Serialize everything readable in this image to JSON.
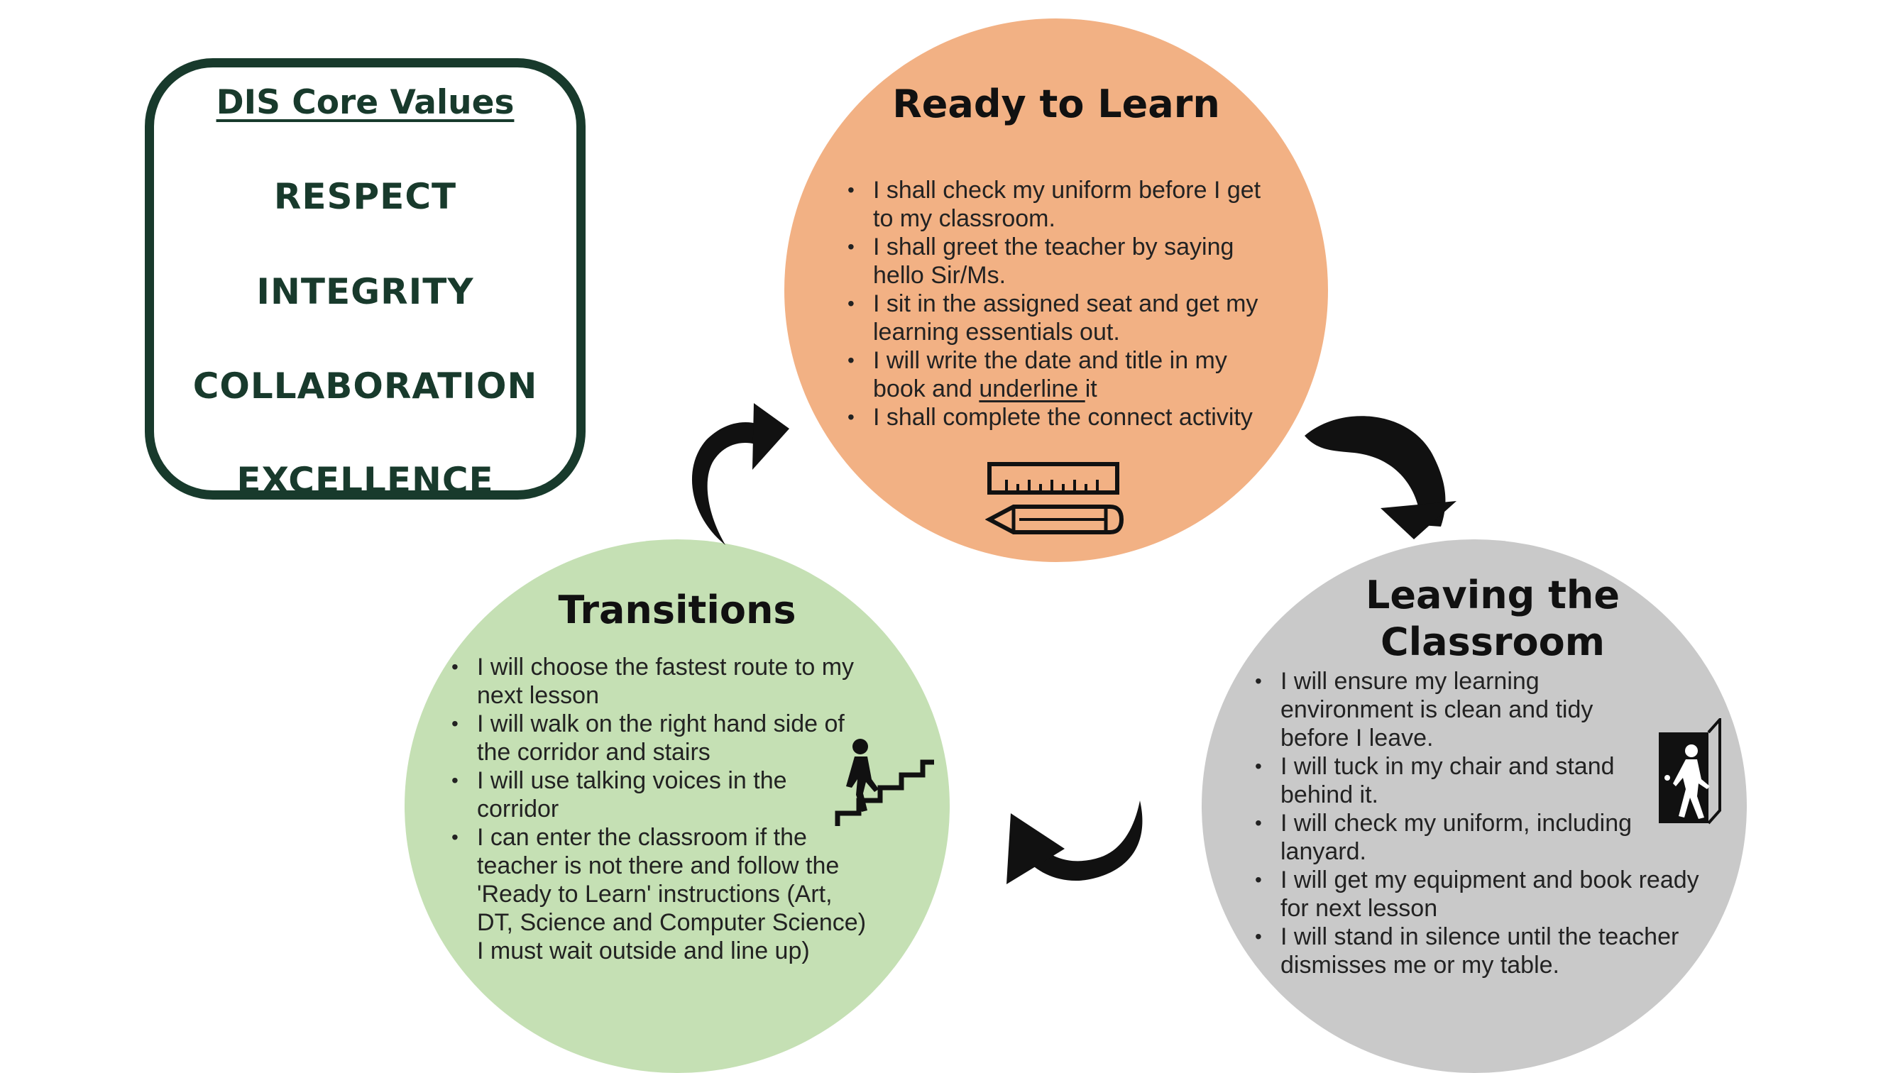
{
  "core_values": {
    "title": "DIS Core Values",
    "items": [
      "RESPECT",
      "INTEGRITY",
      "COLLABORATION",
      "EXCELLENCE"
    ]
  },
  "ready": {
    "heading": "Ready to Learn",
    "points": [
      "I shall check my uniform before I get to my classroom.",
      "I shall greet the teacher by saying hello Sir/Ms.",
      "I sit in the assigned seat and get my learning essentials out.",
      "I shall complete the connect activity"
    ],
    "point4_pre": "I will write the date and title in my book and ",
    "point4_ul": "underline ",
    "point4_post": "it",
    "icon": "ruler-pencil-icon"
  },
  "transitions": {
    "heading": "Transitions",
    "points": [
      "I will choose the fastest route to my next lesson",
      "I will walk on the right hand side of the corridor and stairs",
      "I will use talking voices in the corridor",
      "I can enter the classroom if the teacher is not there and follow the 'Ready to Learn' instructions (Art, DT, Science and Computer Science) I must wait outside and line up)"
    ],
    "icon": "stairs-person-icon"
  },
  "leaving": {
    "heading_line1": "Leaving the",
    "heading_line2": "Classroom",
    "points": [
      "I will ensure my learning environment is clean and tidy before I leave.",
      "I will tuck in my chair and stand behind it.",
      "I will check my uniform, including lanyard.",
      "I will get my equipment and book ready for next lesson",
      "I will stand in silence until the teacher dismisses me or my table."
    ],
    "icon": "exit-door-icon"
  },
  "colors": {
    "green_dark": "#183a2c",
    "orange": "#f2b184",
    "green_light": "#c5e0b4",
    "grey": "#c9c9c9"
  }
}
